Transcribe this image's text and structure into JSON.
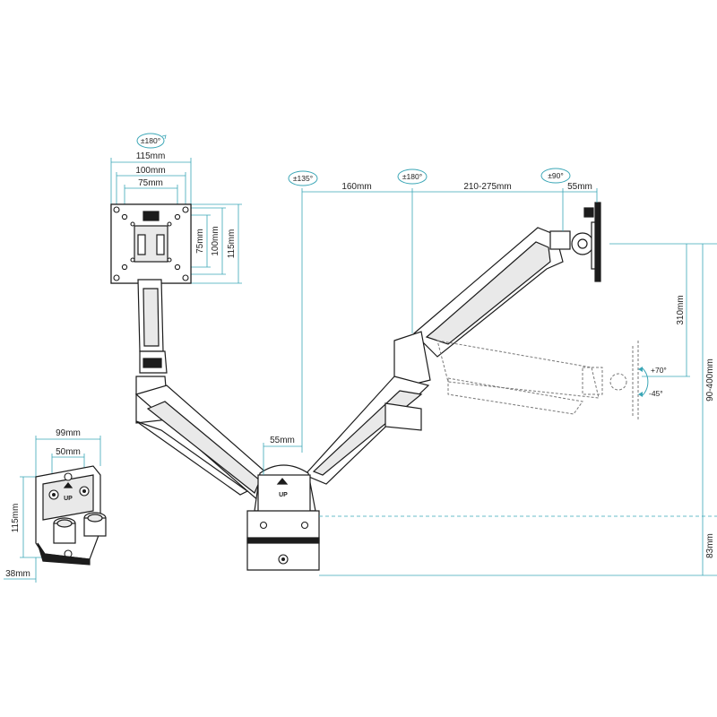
{
  "vesa": {
    "rotation": "±180°",
    "width_outer": "115mm",
    "width_mid": "100mm",
    "width_inner": "75mm",
    "height_inner": "75mm",
    "height_mid": "100mm",
    "height_outer": "115mm"
  },
  "clamp": {
    "width": "99mm",
    "hole_spacing": "50mm",
    "height": "115mm",
    "depth": "38mm",
    "up_label": "UP"
  },
  "arm": {
    "rotation_base": "±135°",
    "rotation_elbow": "±180°",
    "rotation_head": "±90°",
    "segment_first": "160mm",
    "segment_second": "210-275mm",
    "head_offset": "55mm",
    "base_offset": "55mm",
    "vertical_travel": "310mm",
    "height_range": "90-400mm",
    "base_height": "83mm",
    "tilt_up": "+70°",
    "tilt_down": "-45°",
    "base_up_label": "UP"
  }
}
